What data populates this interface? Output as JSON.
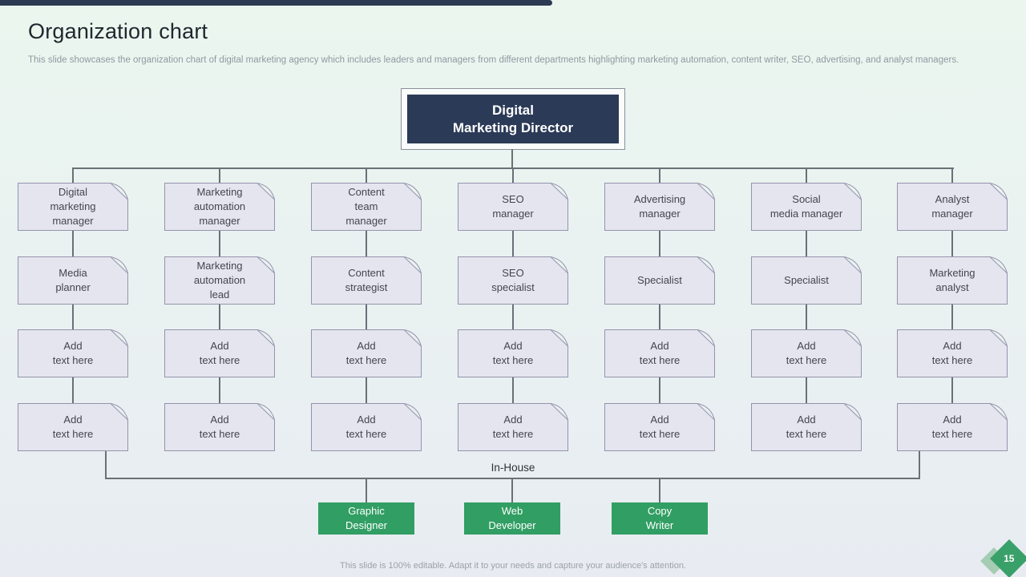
{
  "slide": {
    "title": "Organization chart",
    "subtitle": "This slide showcases the organization chart of digital marketing agency which includes leaders and managers from different departments highlighting marketing automation, content writer, SEO,  advertising, and analyst managers.",
    "footer": "This slide is 100% editable. Adapt it to your needs and capture your audience's attention.",
    "page_number": "15"
  },
  "chart": {
    "root": {
      "label": "Digital\nMarketing Director"
    },
    "columns": [
      {
        "rows": [
          "Digital\nmarketing\nmanager",
          "Media\nplanner",
          "Add\ntext here",
          "Add\ntext here"
        ]
      },
      {
        "rows": [
          "Marketing\nautomation\nmanager",
          "Marketing\nautomation\nlead",
          "Add\ntext here",
          "Add\ntext here"
        ]
      },
      {
        "rows": [
          "Content\nteam\nmanager",
          "Content\nstrategist",
          "Add\ntext here",
          "Add\ntext here"
        ]
      },
      {
        "rows": [
          "SEO\nmanager",
          "SEO\nspecialist",
          "Add\ntext here",
          "Add\ntext here"
        ]
      },
      {
        "rows": [
          "Advertising\nmanager",
          "Specialist",
          "Add\ntext here",
          "Add\ntext here"
        ]
      },
      {
        "rows": [
          "Social\nmedia manager",
          "Specialist",
          "Add\ntext here",
          "Add\ntext here"
        ]
      },
      {
        "rows": [
          "Analyst\nmanager",
          "Marketing\nanalyst",
          "Add\ntext here",
          "Add\ntext here"
        ]
      }
    ],
    "group_label": "In-House",
    "bottom_nodes": [
      "Graphic\nDesigner",
      "Web\nDeveloper",
      "Copy\nWriter"
    ]
  },
  "colors": {
    "accent_navy": "#2c3a52",
    "root_fill": "#2b3a57",
    "node_fill": "#e5e5ef",
    "node_border": "#9494ac",
    "connector": "#6a7076",
    "green": "#319e63",
    "page_badge_green": "#3aa069",
    "background_top": "#ebf6ef",
    "background_bottom": "#e8ecf2"
  }
}
